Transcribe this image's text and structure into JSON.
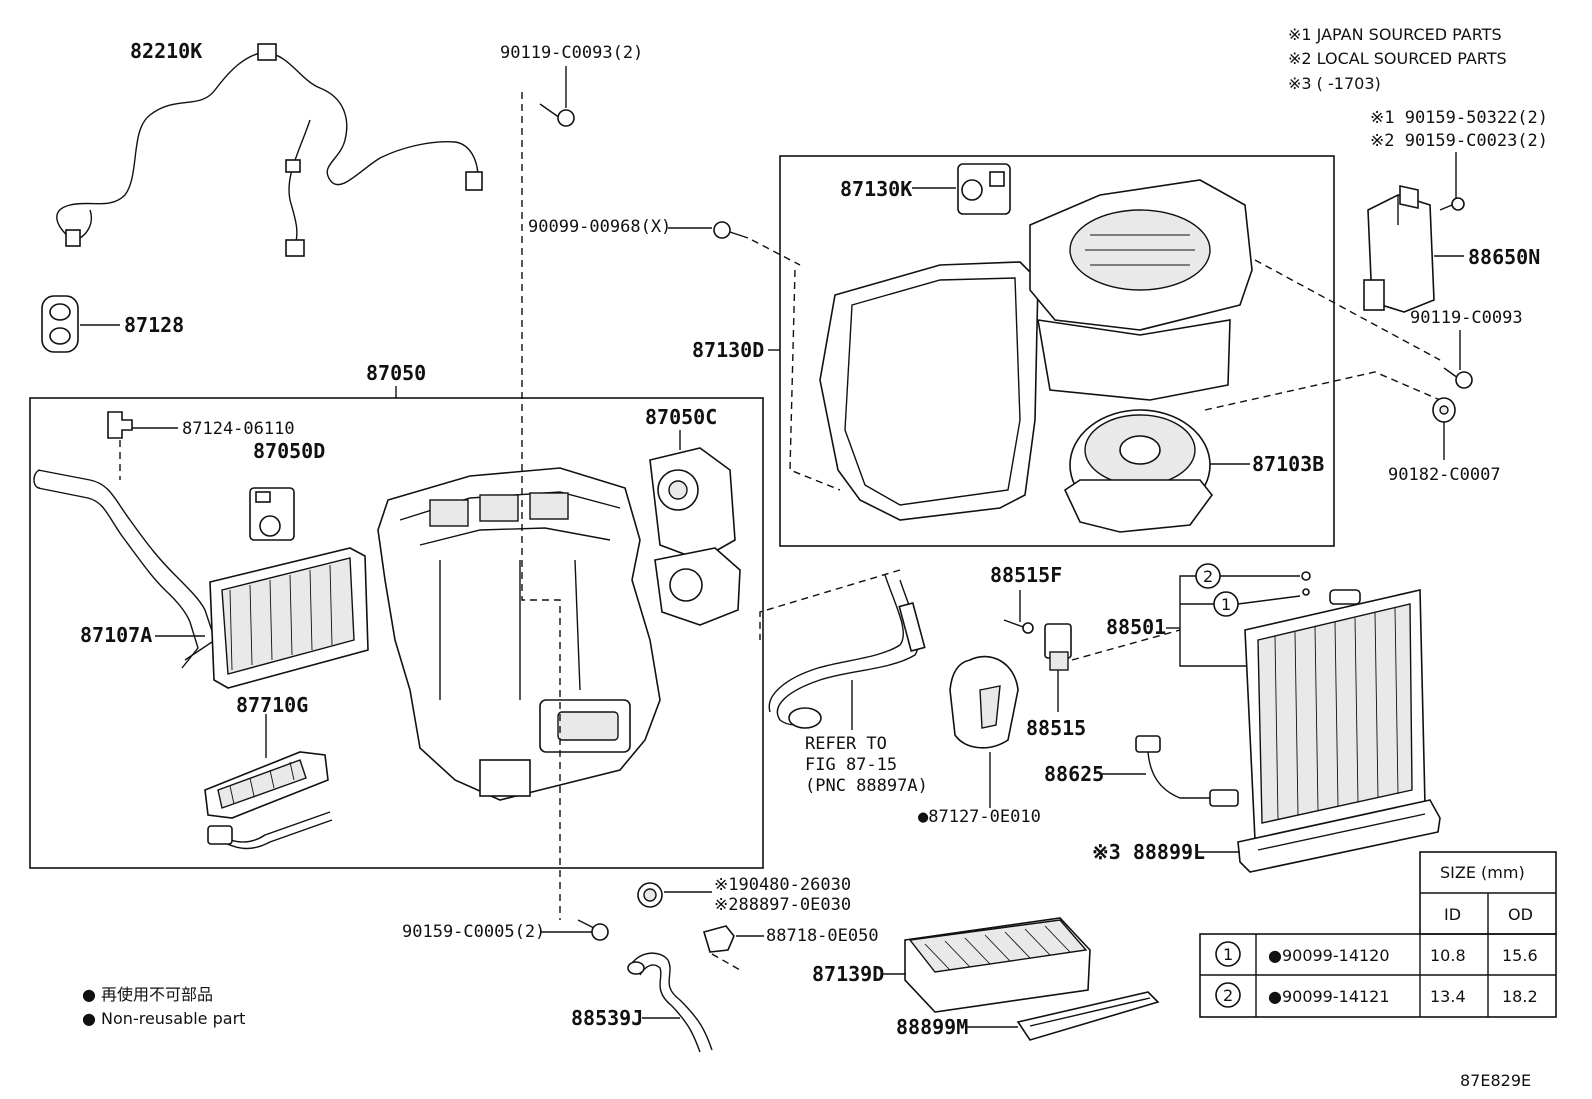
{
  "legend_sourcing": [
    "※1 JAPAN SOURCED PARTS",
    "※2 LOCAL SOURCED PARTS",
    "※3 (      -1703)"
  ],
  "labels": {
    "p82210K": "82210K",
    "p87128": "87128",
    "p87050": "87050",
    "p87124": "87124-06110",
    "p87050D": "87050D",
    "p87050C": "87050C",
    "p87107A": "87107A",
    "p87710G": "87710G",
    "p90119a": "90119-C0093(2)",
    "p90099x": "90099-00968(X)",
    "p87130K": "87130K",
    "p87130D": "87130D",
    "p87103B": "87103B",
    "p90159_1": "※1 90159-50322(2)",
    "p90159_2": "※2 90159-C0023(2)",
    "p88650N": "88650N",
    "p90119b": "90119-C0093",
    "p90182": "90182-C0007",
    "p88515F": "88515F",
    "p88515": "88515",
    "p88501": "88501",
    "p88625": "88625",
    "p88899L": "※3 88899L",
    "p87127": "●87127-0E010",
    "refer1": "REFER TO",
    "refer2": "FIG 87-15",
    "refer3": "(PNC 88897A)",
    "p90480": "※190480-26030",
    "p88897": "※288897-0E030",
    "p90159c": "90159-C0005(2)",
    "p88718": "88718-0E050",
    "p87139D": "87139D",
    "p88899M": "88899M",
    "p88539J": "88539J",
    "callout1": "1",
    "callout2": "2"
  },
  "footnotes": {
    "jp": "● 再使用不可部品",
    "en": "● Non-reusable part"
  },
  "size_table": {
    "title": "SIZE (mm)",
    "col_id": "ID",
    "col_od": "OD",
    "rows": [
      {
        "num": "1",
        "part": "●90099-14120",
        "id": "10.8",
        "od": "15.6"
      },
      {
        "num": "2",
        "part": "●90099-14121",
        "id": "13.4",
        "od": "18.2"
      }
    ]
  },
  "figure_code": "87E829E"
}
